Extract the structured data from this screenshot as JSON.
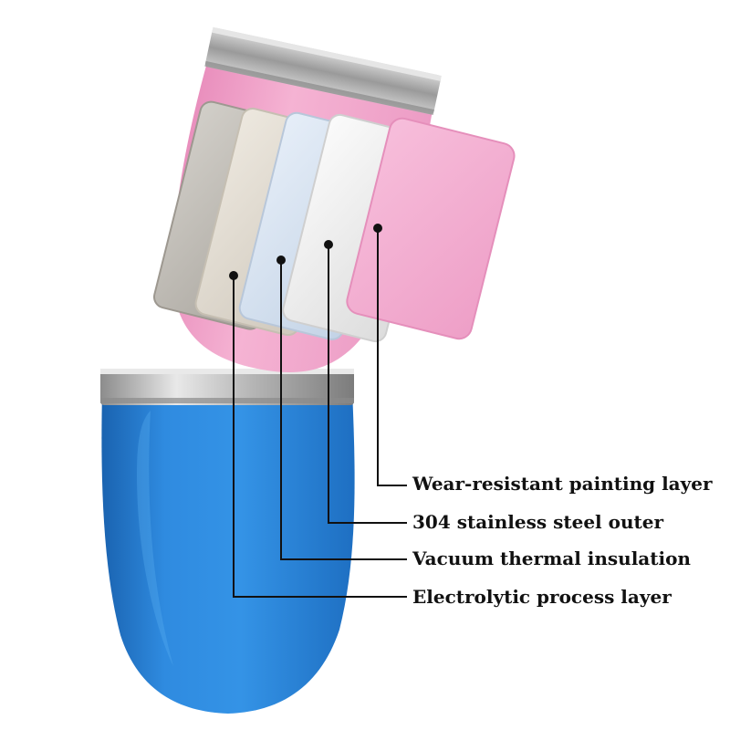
{
  "labels": {
    "wear": "Wear-resistant painting layer",
    "steel": "304 stainless steel outer",
    "vacuum": "Vacuum thermal insulation",
    "electro": "Electrolytic process layer"
  },
  "colors": {
    "pink": "#f2a9cd",
    "blue": "#2e86d8",
    "steel": "#b9b9b9",
    "leader": "#111111"
  }
}
